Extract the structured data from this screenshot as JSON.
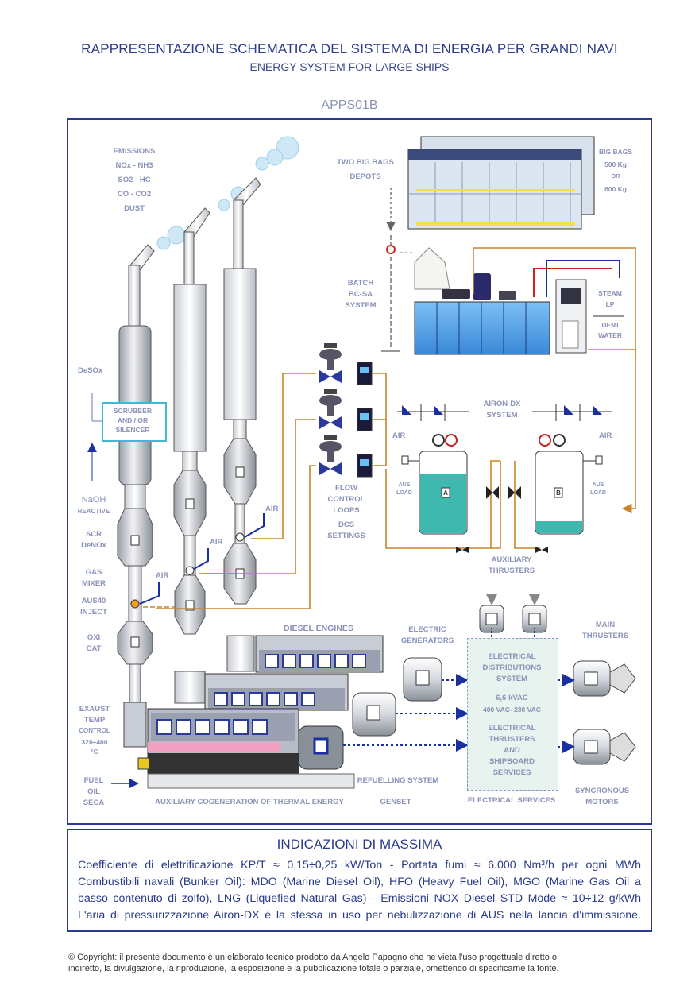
{
  "header": {
    "title": "RAPPRESENTAZIONE SCHEMATICA DEL SISTEMA DI ENERGIA PER GRANDI NAVI",
    "subtitle": "ENERGY SYSTEM FOR LARGE SHIPS",
    "code": "APPS01B"
  },
  "emissions": {
    "title": "EMISSIONS",
    "line1": "NOx - NH3",
    "line2": "SO2 - HC",
    "line3": "CO - CO2",
    "line4": "DUST"
  },
  "labels": {
    "two_big_bags_1": "TWO BIG BAGS",
    "two_big_bags_2": "DEPOTS",
    "big_bags_1": "BIG BAGS",
    "big_bags_2": "500 Kg",
    "big_bags_3": "OR",
    "big_bags_4": "600 Kg",
    "batch_1": "BATCH",
    "batch_2": "BC-SA",
    "batch_3": "SYSTEM",
    "steam_1": "STEAM",
    "steam_2": "LP",
    "demi_1": "DEMI",
    "demi_2": "WATER",
    "desox": "DeSOx",
    "scrubber_1": "SCRUBBER",
    "scrubber_2": "AND / OR",
    "scrubber_3": "SILENCER",
    "naoh": "NaOH",
    "reactive": "REACTIVE",
    "scr_1": "SCR",
    "scr_2": "DeNOx",
    "gas_1": "GAS",
    "gas_2": "MIXER",
    "aus40_1": "AUS40",
    "aus40_2": "INJECT",
    "oxi_1": "OXI",
    "oxi_2": "CAT",
    "exaust_1": "EXAUST",
    "exaust_2": "TEMP",
    "exaust_3": "CONTROL",
    "exaust_4": "320÷400",
    "exaust_5": "°C",
    "fuel_1": "FUEL",
    "fuel_2": "OIL",
    "fuel_3": "SECA",
    "air": "AIR",
    "airon_1": "AIRON-DX",
    "airon_2": "SYSTEM",
    "aus_load_1": "AUS",
    "aus_load_2": "LOAD",
    "flow_1": "FLOW",
    "flow_2": "CONTROL",
    "flow_3": "LOOPS",
    "flow_4": "DCS",
    "flow_5": "SETTINGS",
    "aux_thr_1": "AUXILIARY",
    "aux_thr_2": "THRUSTERS",
    "diesel": "DIESEL ENGINES",
    "elgen_1": "ELECTRIC",
    "elgen_2": "GENERATORS",
    "main_thr_1": "MAIN",
    "main_thr_2": "THRUSTERS",
    "eds_1": "ELECTRICAL",
    "eds_2": "DISTRIBUTIONS",
    "eds_3": "SYSTEM",
    "eds_4": "6,6 kVAC",
    "eds_5": "400 VAC- 230 VAC",
    "eds_6": "ELECTRICAL",
    "eds_7": "THRUSTERS",
    "eds_8": "AND",
    "eds_9": "SHIPBOARD",
    "eds_10": "SERVICES",
    "refuel": "REFUELLING SYSTEM",
    "aux_cogen": "AUXILIARY COGENERATION OF THERMAL ENERGY",
    "genset": "GENSET",
    "elec_serv": "ELECTRICAL SERVICES",
    "sync_1": "SYNCRONOUS",
    "sync_2": "MOTORS",
    "tank_a": "A",
    "tank_b": "B"
  },
  "info": {
    "title": "INDICAZIONI DI MASSIMA",
    "line1": "Coefficiente di elettrificazione KP/T ≈ 0,15÷0,25 kW/Ton - Portata fumi ≈ 6.000 Nm³/h per ogni MWh",
    "line2": "Combustibili navali (Bunker Oil): MDO (Marine Diesel Oil), HFO (Heavy Fuel Oil), MGO (Marine Gas Oil a",
    "line3": "basso contenuto di zolfo), LNG (Liquefied Natural Gas) - Emissioni NOX Diesel STD Mode ≈ 10÷12 g/kWh",
    "line4": "L'aria di pressurizzazione Airon-DX è la stessa in uso per nebulizzazione di AUS nella lancia d'immissione."
  },
  "footer": {
    "line1": "© Copyright: il presente documento è un elaborato tecnico prodotto da Angelo Papagno che ne vieta l'uso progettuale diretto o",
    "line2": "indiretto, la divulgazione, la riproduzione, la esposizione e la pubblicazione totale o parziale, omettendo di specificarne la fonte."
  },
  "colors": {
    "frame": "#2b3a8f",
    "title": "#2a3b8a",
    "label": "#8a92b8",
    "pipe_orange": "#c8862a",
    "pipe_blue": "#1a2fa0",
    "water": "#3fb8b0",
    "tank_blue": "#5aa8e8",
    "scrubber_border": "#40b8d6"
  }
}
